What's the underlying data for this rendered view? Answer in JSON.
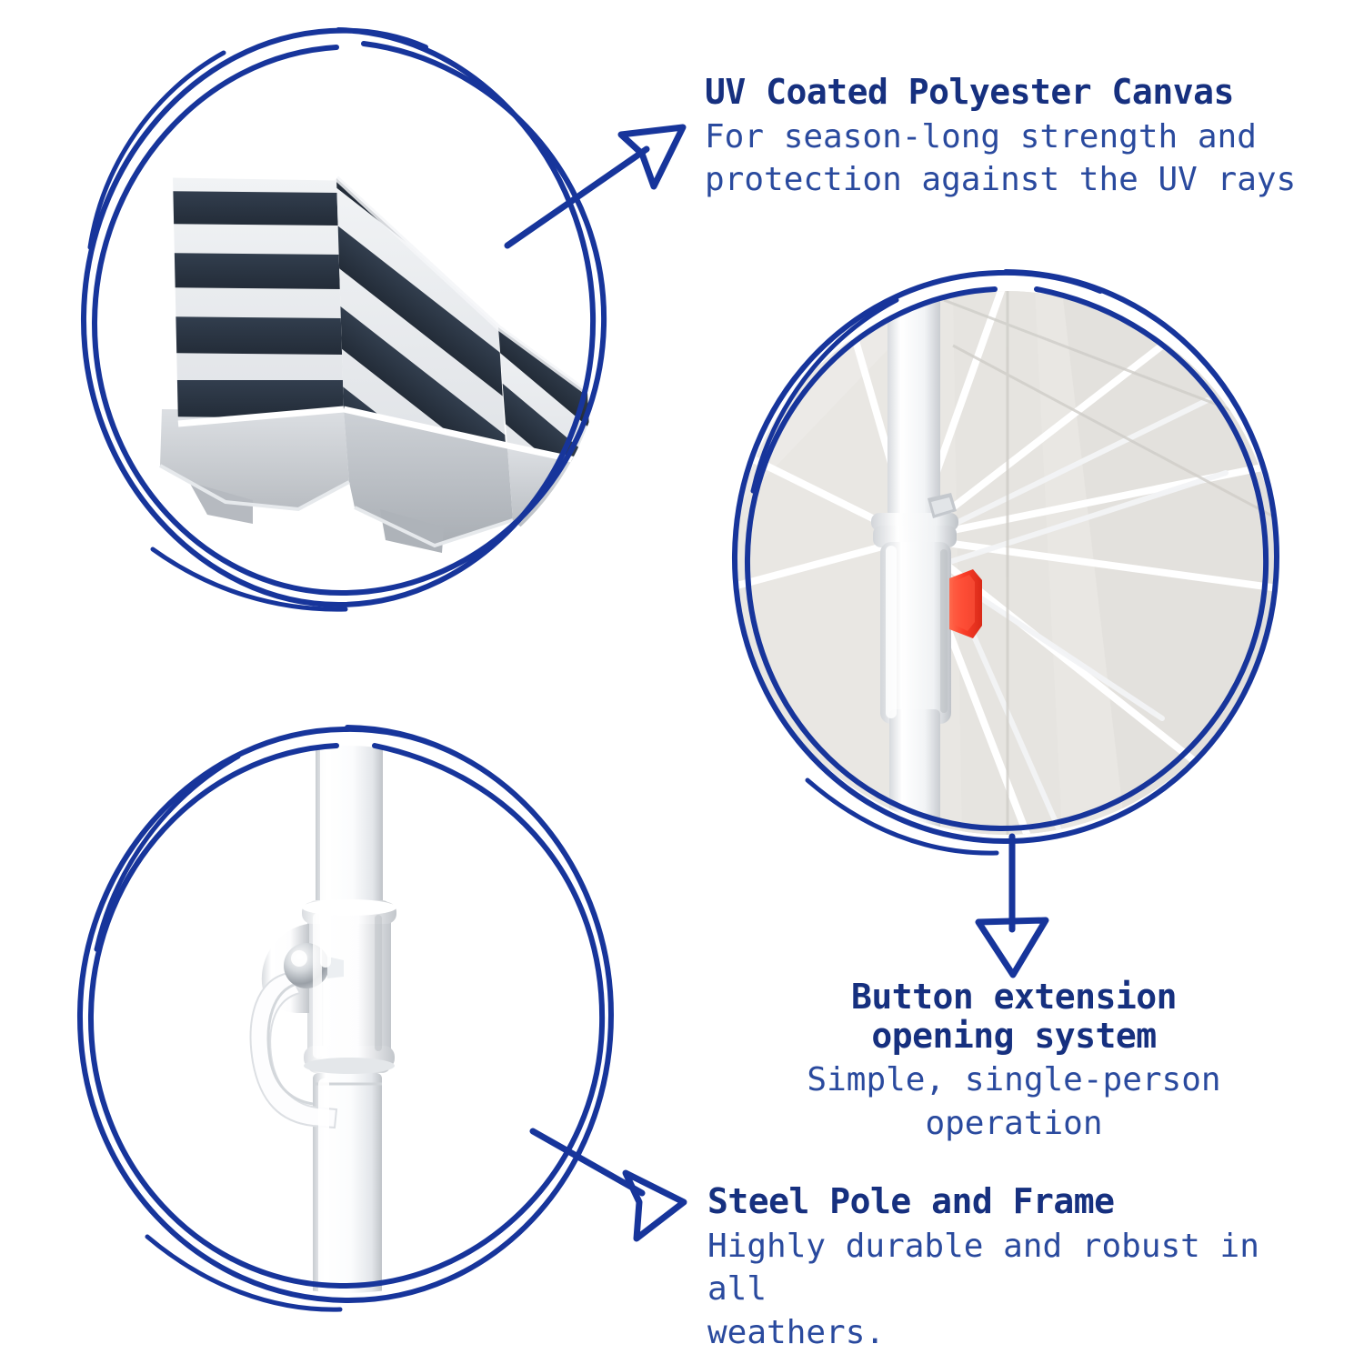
{
  "palette": {
    "sketch_blue": "#17359b",
    "heading_blue": "#16307f",
    "body_blue": "#2a4a9e",
    "background": "#ffffff",
    "canopy_navy": "#2b3644",
    "canopy_white": "#e9ebee",
    "canopy_underside": "#cfd3d7",
    "pole_white": "#f4f5f6",
    "pole_shadow": "#c9ccd0",
    "button_red": "#fa3c28",
    "chrome": "#cfd2d6"
  },
  "features": [
    {
      "id": "uv-coated-polyester-canvas",
      "heading": "UV Coated Polyester Canvas",
      "body": "For season-long strength and\nprotection against the UV rays",
      "callout_icon": "arrow-up-right-icon",
      "photo": "striped-umbrella-canopy-photo"
    },
    {
      "id": "button-extension-opening-system",
      "heading": "Button extension\nopening system",
      "body": "Simple, single-person\noperation",
      "callout_icon": "arrow-down-icon",
      "photo": "umbrella-hub-push-button-photo"
    },
    {
      "id": "steel-pole-and-frame",
      "heading": "Steel Pole and Frame",
      "body": "Highly durable and robust in all\nweathers.",
      "callout_icon": "arrow-right-icon",
      "photo": "steel-pole-tilt-joint-photo"
    }
  ]
}
